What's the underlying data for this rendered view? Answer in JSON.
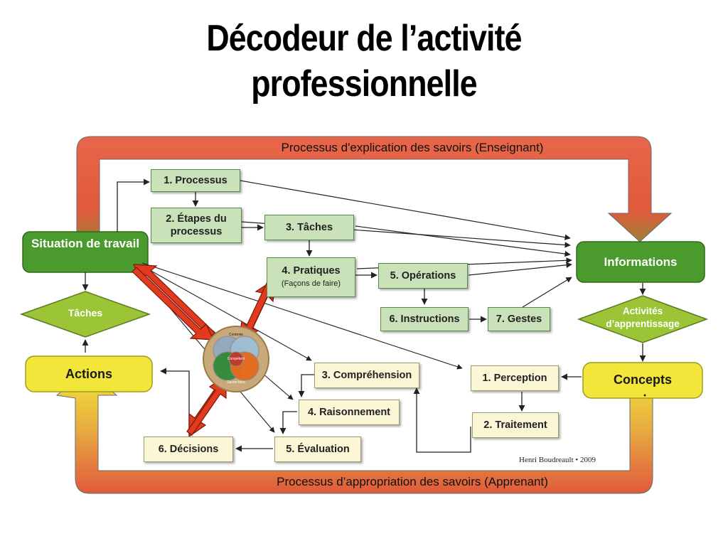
{
  "title": {
    "line1": "Décodeur de l’activité",
    "line2": "professionnelle"
  },
  "bands": {
    "top": "Processus d'explication des savoirs (Enseignant)",
    "bottom": "Processus d’appropriation des savoirs (Apprenant)"
  },
  "nodes": {
    "situation": "Situation de travail",
    "informations": "Informations",
    "taches_diamond": "Tâches",
    "activites": "Activités d’apprentissage",
    "actions": "Actions",
    "concepts": "Concepts"
  },
  "teacher_steps": {
    "processus": "1. Processus",
    "etapes": "2. Étapes du processus",
    "taches": "3. Tâches",
    "pratiques": "4. Pratiques",
    "pratiques_sub": "(Façons de faire)",
    "operations": "5. Opérations",
    "instructions": "6. Instructions",
    "gestes": "7. Gestes"
  },
  "learner_steps": {
    "perception": "1. Perception",
    "traitement": "2. Traitement",
    "comprehension": "3. Compréhension",
    "raisonnement": "4. Raisonnement",
    "evaluation": "5. Évaluation",
    "decisions": "6. Décisions"
  },
  "center_diagram": {
    "top": "Contexte",
    "center": "Compétent",
    "bottom": "Savoir-faire"
  },
  "credit": "Henri Boudreault • 2009",
  "colors": {
    "orange_band": "#e05a3c",
    "green_band": "#5fa431",
    "green_node": "#4a9a2e",
    "yellow_node": "#f2e63a",
    "green_box": "#c9e2b9",
    "yellow_box": "#fbf6d6",
    "red_arrow": "#e23a1f"
  }
}
